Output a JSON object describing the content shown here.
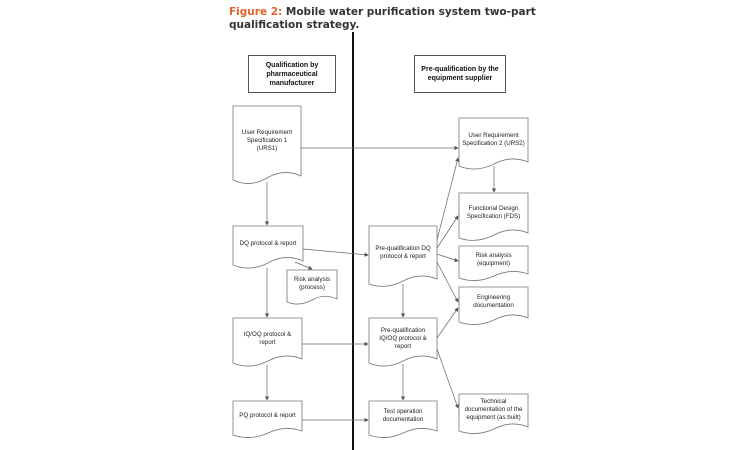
{
  "caption": {
    "label": "Figure 2:",
    "text": "Mobile water purification system two-part qualification strategy."
  },
  "headers": {
    "left": "Qualification by pharmaceutical manufacturer",
    "right": "Pre-qualification by the equipment supplier"
  },
  "nodes": {
    "urs1": "User Requirement Specification 1 (URS1)",
    "dq": "DQ protocol & report",
    "risk_process": "Risk analysis (process)",
    "iqoq": "IQ/OQ protocol & report",
    "pq": "PQ protocol & report",
    "pre_dq": "Pre-qualification DQ protocol & report",
    "pre_iqoq": "Pre-qualification IQ/OQ protocol & report",
    "test_op": "Test operation documentation",
    "urs2": "User Requirement Specification 2 (URS2)",
    "fds": "Functional Design Specification (FDS)",
    "risk_equip": "Risk analysis (equipment)",
    "engineering": "Engineering documentation",
    "technical": "Technical documentation of the equipment (as built)"
  }
}
